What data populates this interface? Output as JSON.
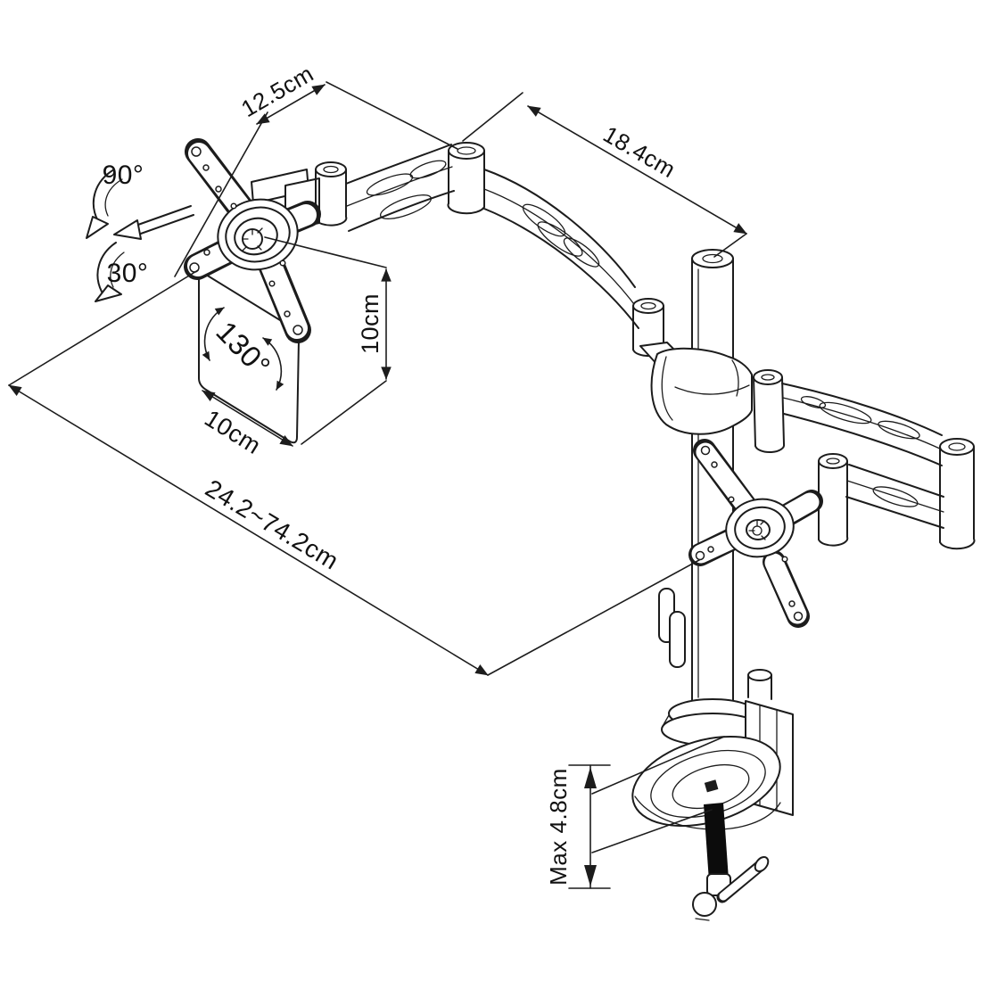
{
  "diagram": {
    "subject": "Dual monitor desk mount arm - dimensional line drawing",
    "labels": {
      "arm1_length": "12.5cm",
      "arm2_length": "18.4cm",
      "tilt_up": "90°",
      "tilt_down": "30°",
      "rotation_range": "130°",
      "vesa_height": "10cm",
      "vesa_width": "10cm",
      "extension_range": "24.2~74.2cm",
      "clamp_max_thickness": "Max 4.8cm"
    },
    "colors": {
      "line": "#1c1c1c",
      "background": "#ffffff",
      "screw_fill": "#0c0c0c"
    }
  }
}
